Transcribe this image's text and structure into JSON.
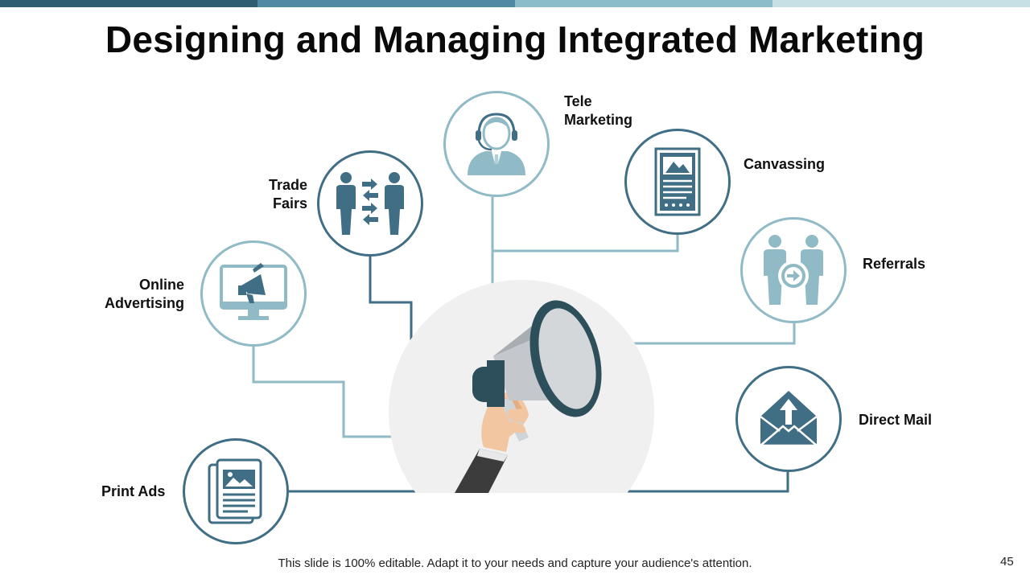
{
  "slide": {
    "title": "Designing and Managing Integrated Marketing",
    "footer": "This slide is 100% editable. Adapt it to your needs and capture your audience's attention.",
    "page_number": "45"
  },
  "colors": {
    "dark": "#3f6e85",
    "light": "#8fbac6",
    "topbar": [
      "#2e5d72",
      "#4f8aa2",
      "#8bbcc9",
      "#c7e0e6"
    ],
    "hub_bg": "#f0f0f0"
  },
  "nodes": [
    {
      "id": "print-ads",
      "icon": "newspaper-icon",
      "line1": "Print Ads",
      "line2": ""
    },
    {
      "id": "online-advertising",
      "icon": "monitor-megaphone-icon",
      "line1": "Online",
      "line2": "Advertising"
    },
    {
      "id": "trade-fairs",
      "icon": "people-exchange-icon",
      "line1": "Trade",
      "line2": "Fairs"
    },
    {
      "id": "tele-marketing",
      "icon": "headset-agent-icon",
      "line1": "Tele",
      "line2": "Marketing"
    },
    {
      "id": "canvassing",
      "icon": "flyer-icon",
      "line1": "Canvassing",
      "line2": ""
    },
    {
      "id": "referrals",
      "icon": "referral-people-icon",
      "line1": "Referrals",
      "line2": ""
    },
    {
      "id": "direct-mail",
      "icon": "envelope-upload-icon",
      "line1": "Direct Mail",
      "line2": ""
    }
  ],
  "center": {
    "icon": "megaphone-icon"
  }
}
